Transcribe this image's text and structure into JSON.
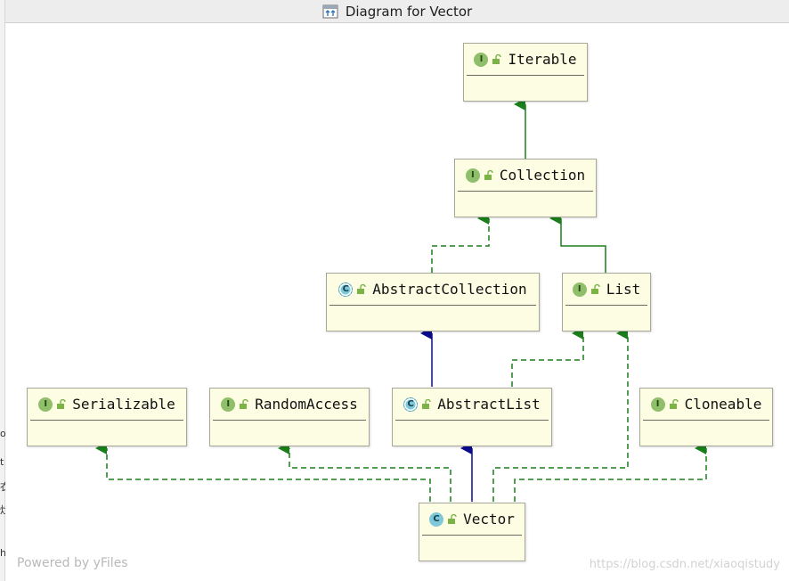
{
  "window": {
    "title": "Diagram for Vector",
    "title_icon": "diagram-icon"
  },
  "nodes": {
    "iterable": {
      "kind": "I",
      "name": "Iterable"
    },
    "collection": {
      "kind": "I",
      "name": "Collection"
    },
    "abstract_collection": {
      "kind": "C",
      "name": "AbstractCollection"
    },
    "list": {
      "kind": "I",
      "name": "List"
    },
    "serializable": {
      "kind": "I",
      "name": "Serializable"
    },
    "random_access": {
      "kind": "I",
      "name": "RandomAccess"
    },
    "abstract_list": {
      "kind": "C",
      "name": "AbstractList"
    },
    "cloneable": {
      "kind": "I",
      "name": "Cloneable"
    },
    "vector": {
      "kind": "C",
      "name": "Vector"
    }
  },
  "edges": [
    {
      "from": "Collection",
      "to": "Iterable",
      "type": "extends"
    },
    {
      "from": "AbstractCollection",
      "to": "Collection",
      "type": "implements"
    },
    {
      "from": "List",
      "to": "Collection",
      "type": "extends"
    },
    {
      "from": "AbstractList",
      "to": "AbstractCollection",
      "type": "extends"
    },
    {
      "from": "AbstractList",
      "to": "List",
      "type": "implements"
    },
    {
      "from": "Vector",
      "to": "AbstractList",
      "type": "extends"
    },
    {
      "from": "Vector",
      "to": "Serializable",
      "type": "implements"
    },
    {
      "from": "Vector",
      "to": "RandomAccess",
      "type": "implements"
    },
    {
      "from": "Vector",
      "to": "List",
      "type": "implements"
    },
    {
      "from": "Vector",
      "to": "Cloneable",
      "type": "implements"
    }
  ],
  "colors": {
    "interface_edge": "#1a7f1a",
    "class_edge": "#0a0a8c",
    "node_fill": "#fdfde3",
    "interface_badge": "#8fbf6a",
    "class_badge": "#7fc8d9"
  },
  "footer": {
    "powered_by": "Powered by yFiles",
    "watermark": "https://blog.csdn.net/xiaoqistudy"
  },
  "left_edge_glyphs": [
    "of",
    "t",
    "衣",
    "灶",
    "h"
  ]
}
